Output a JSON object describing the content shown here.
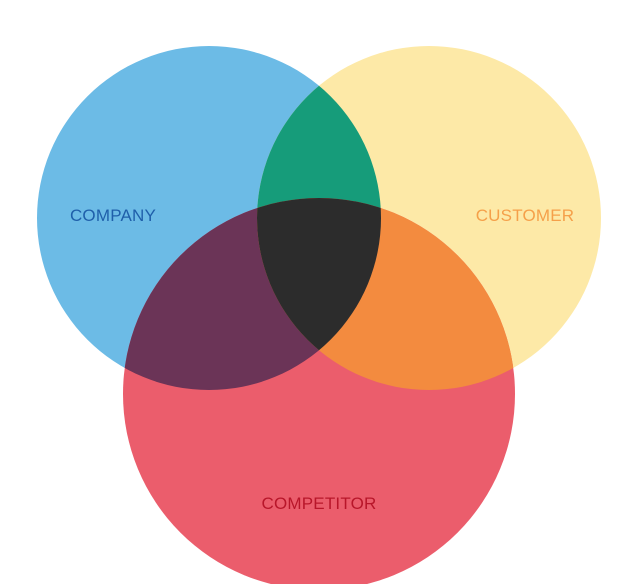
{
  "diagram": {
    "sets": [
      {
        "key": "company",
        "label": "COMPANY",
        "fill": "#6CBBE6",
        "label_color": "#1F5FAA"
      },
      {
        "key": "customer",
        "label": "CUSTOMER",
        "fill": "#FDE9A7",
        "label_color": "#F5A04A"
      },
      {
        "key": "competitor",
        "label": "COMPETITOR",
        "fill": "#EB5D6C",
        "label_color": "#B8162A"
      }
    ],
    "intersections": {
      "company_customer": "#169C7A",
      "company_competitor": "#6B3457",
      "customer_competitor": "#F38B3F",
      "all_three": "#2C2C2C"
    }
  }
}
